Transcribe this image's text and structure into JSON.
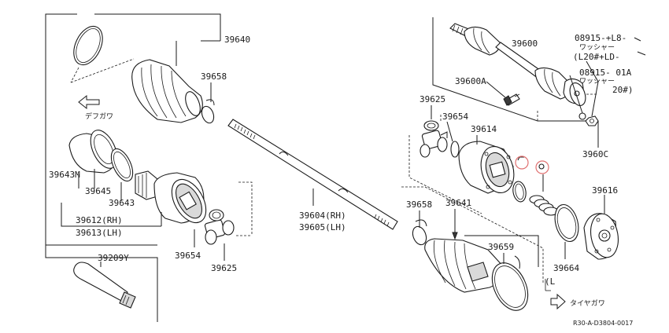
{
  "labels": {
    "p39640": "39640",
    "p39658_top": "39658",
    "p39643m": "39643M",
    "p39645": "39645",
    "p39643": "39643",
    "p39612": "39612(RH)",
    "p39613": "39613(LH)",
    "p39654_left": "39654",
    "p39625_left": "39625",
    "p39209y": "39209Y",
    "p39604": "39604(RH)",
    "p39605": "39605(LH)",
    "p39600": "39600",
    "p39600a": "39600A",
    "p08915_1": "08915-+L8-",
    "washer_1": "ワッシャー",
    "l20_ld": "(L20#+LD-",
    "p08915_2": "08915-  01A",
    "washer_2": "ワッシャー",
    "p20": "20#)",
    "p39625_right": "39625",
    "p39654_right": "39654",
    "p39614": "39614",
    "p3960c": "3960C",
    "p39658_right": "39658",
    "p39641": "39641",
    "p39616": "39616",
    "p39659": "39659",
    "p39664": "39664",
    "l_paren": "(L",
    "diff_side": "デフガワ",
    "tire_side": "タイヤガワ",
    "ref_code": "R30-A-D3804-0017"
  },
  "icons": {
    "arrow_diff": "outline-arrow-upleft-icon",
    "arrow_tire": "outline-arrow-right-icon"
  },
  "colors": {
    "ink": "#1a1a1a",
    "highlight": "#e07070"
  }
}
